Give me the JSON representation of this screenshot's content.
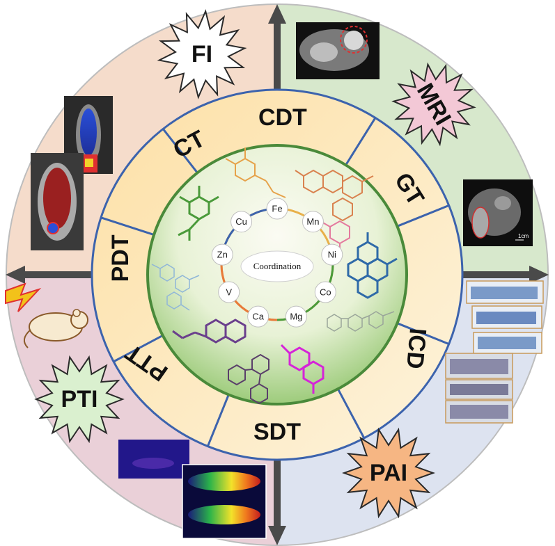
{
  "center": {
    "label": "Coordination"
  },
  "metals": [
    "Fe",
    "Mn",
    "Ni",
    "Co",
    "Mg",
    "Ca",
    "V",
    "Zn",
    "Cu"
  ],
  "therapies": [
    "CDT",
    "GT",
    "ICD",
    "SDT",
    "PTT",
    "PDT",
    "CT"
  ],
  "imaging": [
    "FI",
    "MRI",
    "PAI",
    "PTI"
  ],
  "scale_label": "1cm",
  "colors": {
    "outer_tl": "#f5dccb",
    "outer_tr": "#d7e8cc",
    "outer_br": "#dde3f0",
    "outer_bl": "#ead0d8",
    "ring": "#fde9b6",
    "ring_border": "#3c63ad",
    "inner_top": "#fbfbf3",
    "inner_bottom": "#8fc46a",
    "inner_border": "#4a8a3a",
    "arrow": "#4a4a4a",
    "star_fi": "#ffffff",
    "star_mri": "#f3c8d6",
    "star_pai": "#f6b683",
    "star_pti": "#daf0cf"
  }
}
